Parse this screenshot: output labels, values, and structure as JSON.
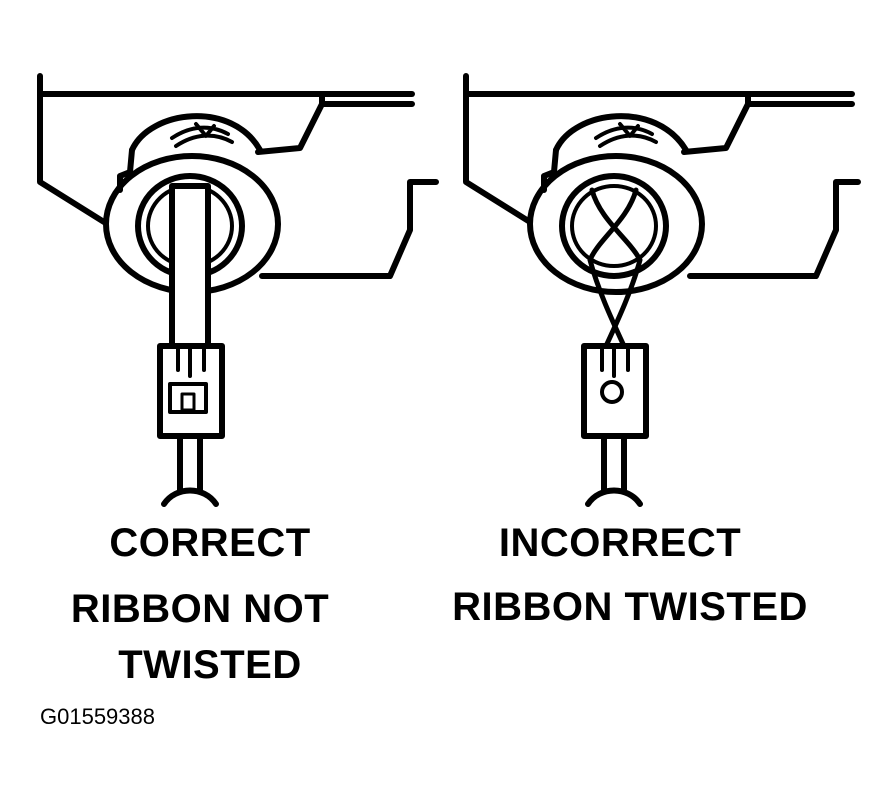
{
  "captions": {
    "correct": {
      "line1": "CORRECT",
      "line2": "RIBBON NOT",
      "line3": "TWISTED"
    },
    "incorrect": {
      "line1": "INCORRECT",
      "line2": "RIBBON TWISTED"
    }
  },
  "figure_id": "G01559388",
  "colors": {
    "ink": "#000000",
    "paper": "#ffffff"
  }
}
